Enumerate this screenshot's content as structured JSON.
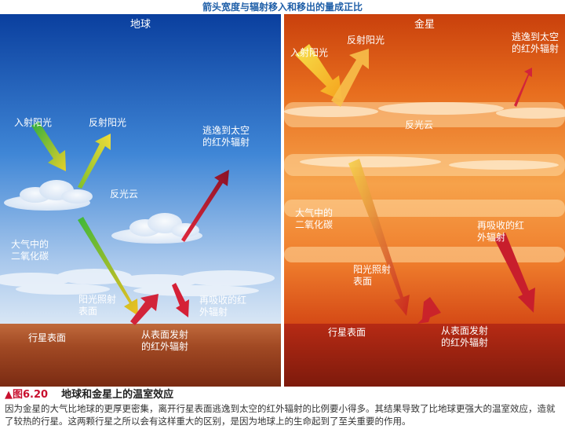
{
  "header_note": "箭头宽度与辐射移入和移出的量成正比",
  "earth": {
    "title": "地球",
    "incoming_sunlight": "入射阳光",
    "reflected_sunlight": "反射阳光",
    "escaping_ir": "逃逸到太空的红外辐射",
    "reflective_clouds": "反光云",
    "co2": "大气中的二氧化碳",
    "sunlight_on_surface": "阳光照射表面",
    "reabsorbed_ir": "再吸收的红外辐射",
    "surface": "行星表面",
    "surface_ir": "从表面发射的红外辐射"
  },
  "venus": {
    "title": "金星",
    "incoming_sunlight": "入射阳光",
    "reflected_sunlight": "反射阳光",
    "escaping_ir": "逃逸到太空的红外辐射",
    "reflective_clouds": "反光云",
    "co2": "大气中的二氧化碳",
    "sunlight_on_surface": "阳光照射表面",
    "reabsorbed_ir": "再吸收的红外辐射",
    "surface": "行星表面",
    "surface_ir": "从表面发射的红外辐射"
  },
  "caption": {
    "figure": "▲图6.20",
    "title": "地球和金星上的温室效应",
    "body": "因为金星的大气比地球的更厚更密集，离开行星表面逃逸到太空的红外辐射的比例要小得多。其结果导致了比地球更强大的温室效应，造就了较热的行星。这两颗行星之所以会有这样重大的区别，是因为地球上的生命起到了至关重要的作用。"
  },
  "colors": {
    "earth_sky_top": "#0a3f9e",
    "earth_sky_bottom": "#bcd4ee",
    "venus_sky_top": "#c9400c",
    "venus_sky_bottom": "#f4a35a",
    "surface": "#8f3a1c",
    "caption_red": "#c8102e"
  }
}
